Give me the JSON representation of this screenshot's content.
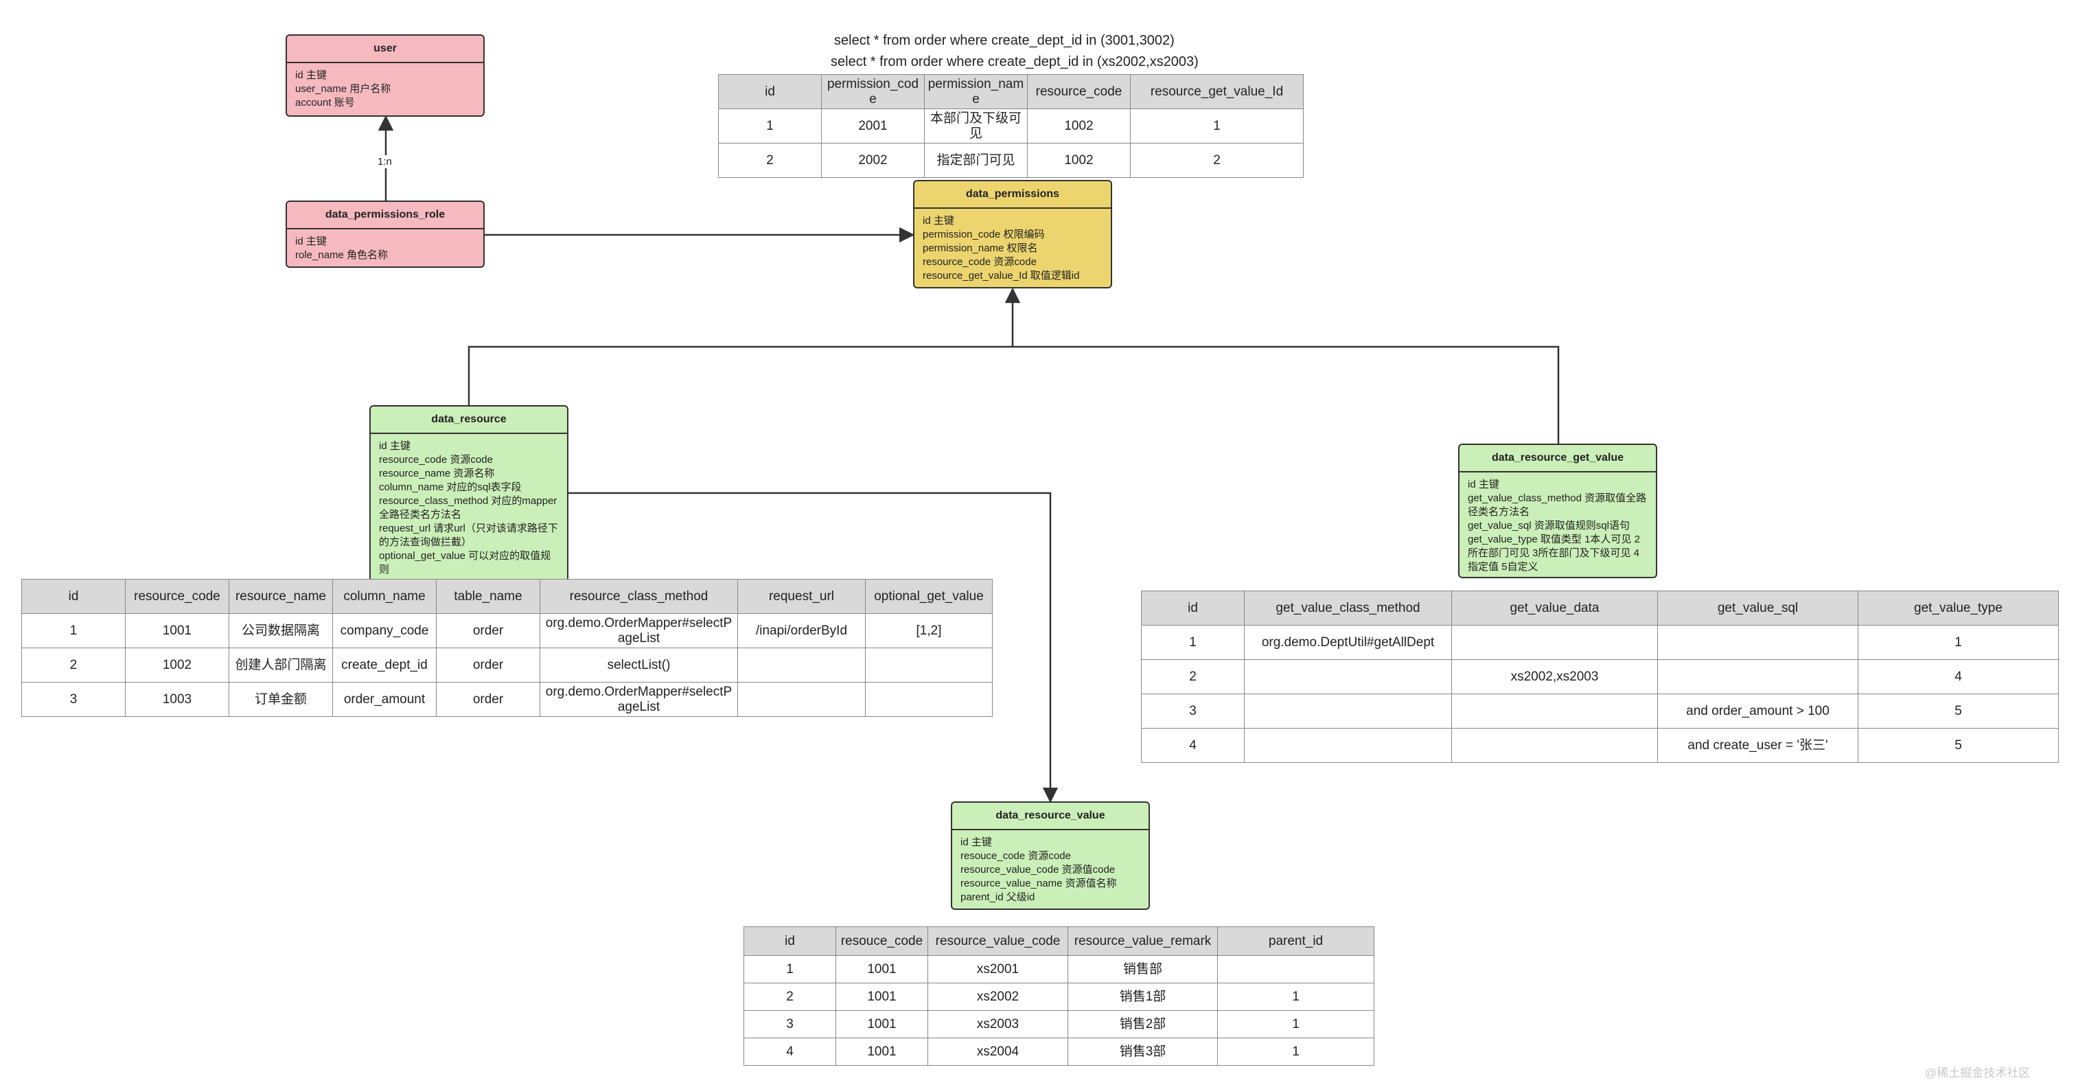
{
  "sql": [
    "select * from order where  create_dept_id in (3001,3002)",
    "select * from order where  create_dept_id in (xs2002,xs2003)"
  ],
  "edge_label": "1:n",
  "watermark": "@稀土掘金技术社区",
  "entities": {
    "user": {
      "title": "user",
      "fields": [
        "id 主键",
        "user_name 用户名称",
        "account  账号"
      ]
    },
    "role": {
      "title": "data_permissions_role",
      "fields": [
        "id 主键",
        "role_name  角色名称"
      ]
    },
    "permissions": {
      "title": "data_permissions",
      "fields": [
        "id  主键",
        "permission_code 权限编码",
        "permission_name 权限名",
        "resource_code 资源code",
        "resource_get_value_Id 取值逻辑id"
      ]
    },
    "resource": {
      "title": "data_resource",
      "fields": [
        "id 主键",
        "resource_code  资源code",
        "resource_name 资源名称",
        "column_name  对应的sql表字段",
        "resource_class_method 对应的mapper全路径类名方法名",
        "request_url  请求url（只对该请求路径下的方法查询做拦截）",
        "optional_get_value 可以对应的取值规则"
      ]
    },
    "get_value": {
      "title": "data_resource_get_value",
      "fields": [
        "id 主键",
        "get_value_class_method 资源取值全路径类名方法名",
        "get_value_sql 资源取值规则sql语句",
        "get_value_type 取值类型 1本人可见 2所在部门可见 3所在部门及下级可见 4指定值 5自定义"
      ]
    },
    "value": {
      "title": "data_resource_value",
      "fields": [
        "id   主键",
        "resouce_code    资源code",
        "resource_value_code    资源值code",
        "resource_value_name   资源值名称",
        "parent_id 父级id"
      ]
    }
  },
  "tables": {
    "permissions": {
      "headers": [
        "id",
        "permission_code",
        "permission_name",
        "resource_code",
        "resource_get_value_Id"
      ],
      "rows": [
        [
          "1",
          "2001",
          "本部门及下级可见",
          "1002",
          "1"
        ],
        [
          "2",
          "2002",
          "指定部门可见",
          "1002",
          "2"
        ]
      ]
    },
    "resource": {
      "headers": [
        "id",
        "resource_code",
        "resource_name",
        "column_name",
        "table_name",
        "resource_class_method",
        "request_url",
        "optional_get_value"
      ],
      "rows": [
        [
          "1",
          "1001",
          "公司数据隔离",
          "company_code",
          "order",
          "org.demo.OrderMapper#selectPageList",
          "/inapi/orderById",
          "[1,2]"
        ],
        [
          "2",
          "1002",
          "创建人部门隔离",
          "create_dept_id",
          "order",
          "selectList()",
          "",
          ""
        ],
        [
          "3",
          "1003",
          "订单金额",
          "order_amount",
          "order",
          "org.demo.OrderMapper#selectPageList",
          "",
          ""
        ]
      ]
    },
    "get_value": {
      "headers": [
        "id",
        "get_value_class_method",
        "get_value_data",
        "get_value_sql",
        "get_value_type"
      ],
      "rows": [
        [
          "1",
          "org.demo.DeptUtil#getAllDept",
          "",
          "",
          "1"
        ],
        [
          "2",
          "",
          "xs2002,xs2003",
          "",
          "4"
        ],
        [
          "3",
          "",
          "",
          "and order_amount > 100",
          "5"
        ],
        [
          "4",
          "",
          "",
          "and create_user = '张三'",
          "5"
        ]
      ]
    },
    "value": {
      "headers": [
        "id",
        "resouce_code",
        "resource_value_code",
        "resource_value_remark",
        "parent_id"
      ],
      "rows": [
        [
          "1",
          "1001",
          "xs2001",
          "销售部",
          ""
        ],
        [
          "2",
          "1001",
          "xs2002",
          "销售1部",
          "1"
        ],
        [
          "3",
          "1001",
          "xs2003",
          "销售2部",
          "1"
        ],
        [
          "4",
          "1001",
          "xs2004",
          "销售3部",
          "1"
        ]
      ]
    }
  }
}
